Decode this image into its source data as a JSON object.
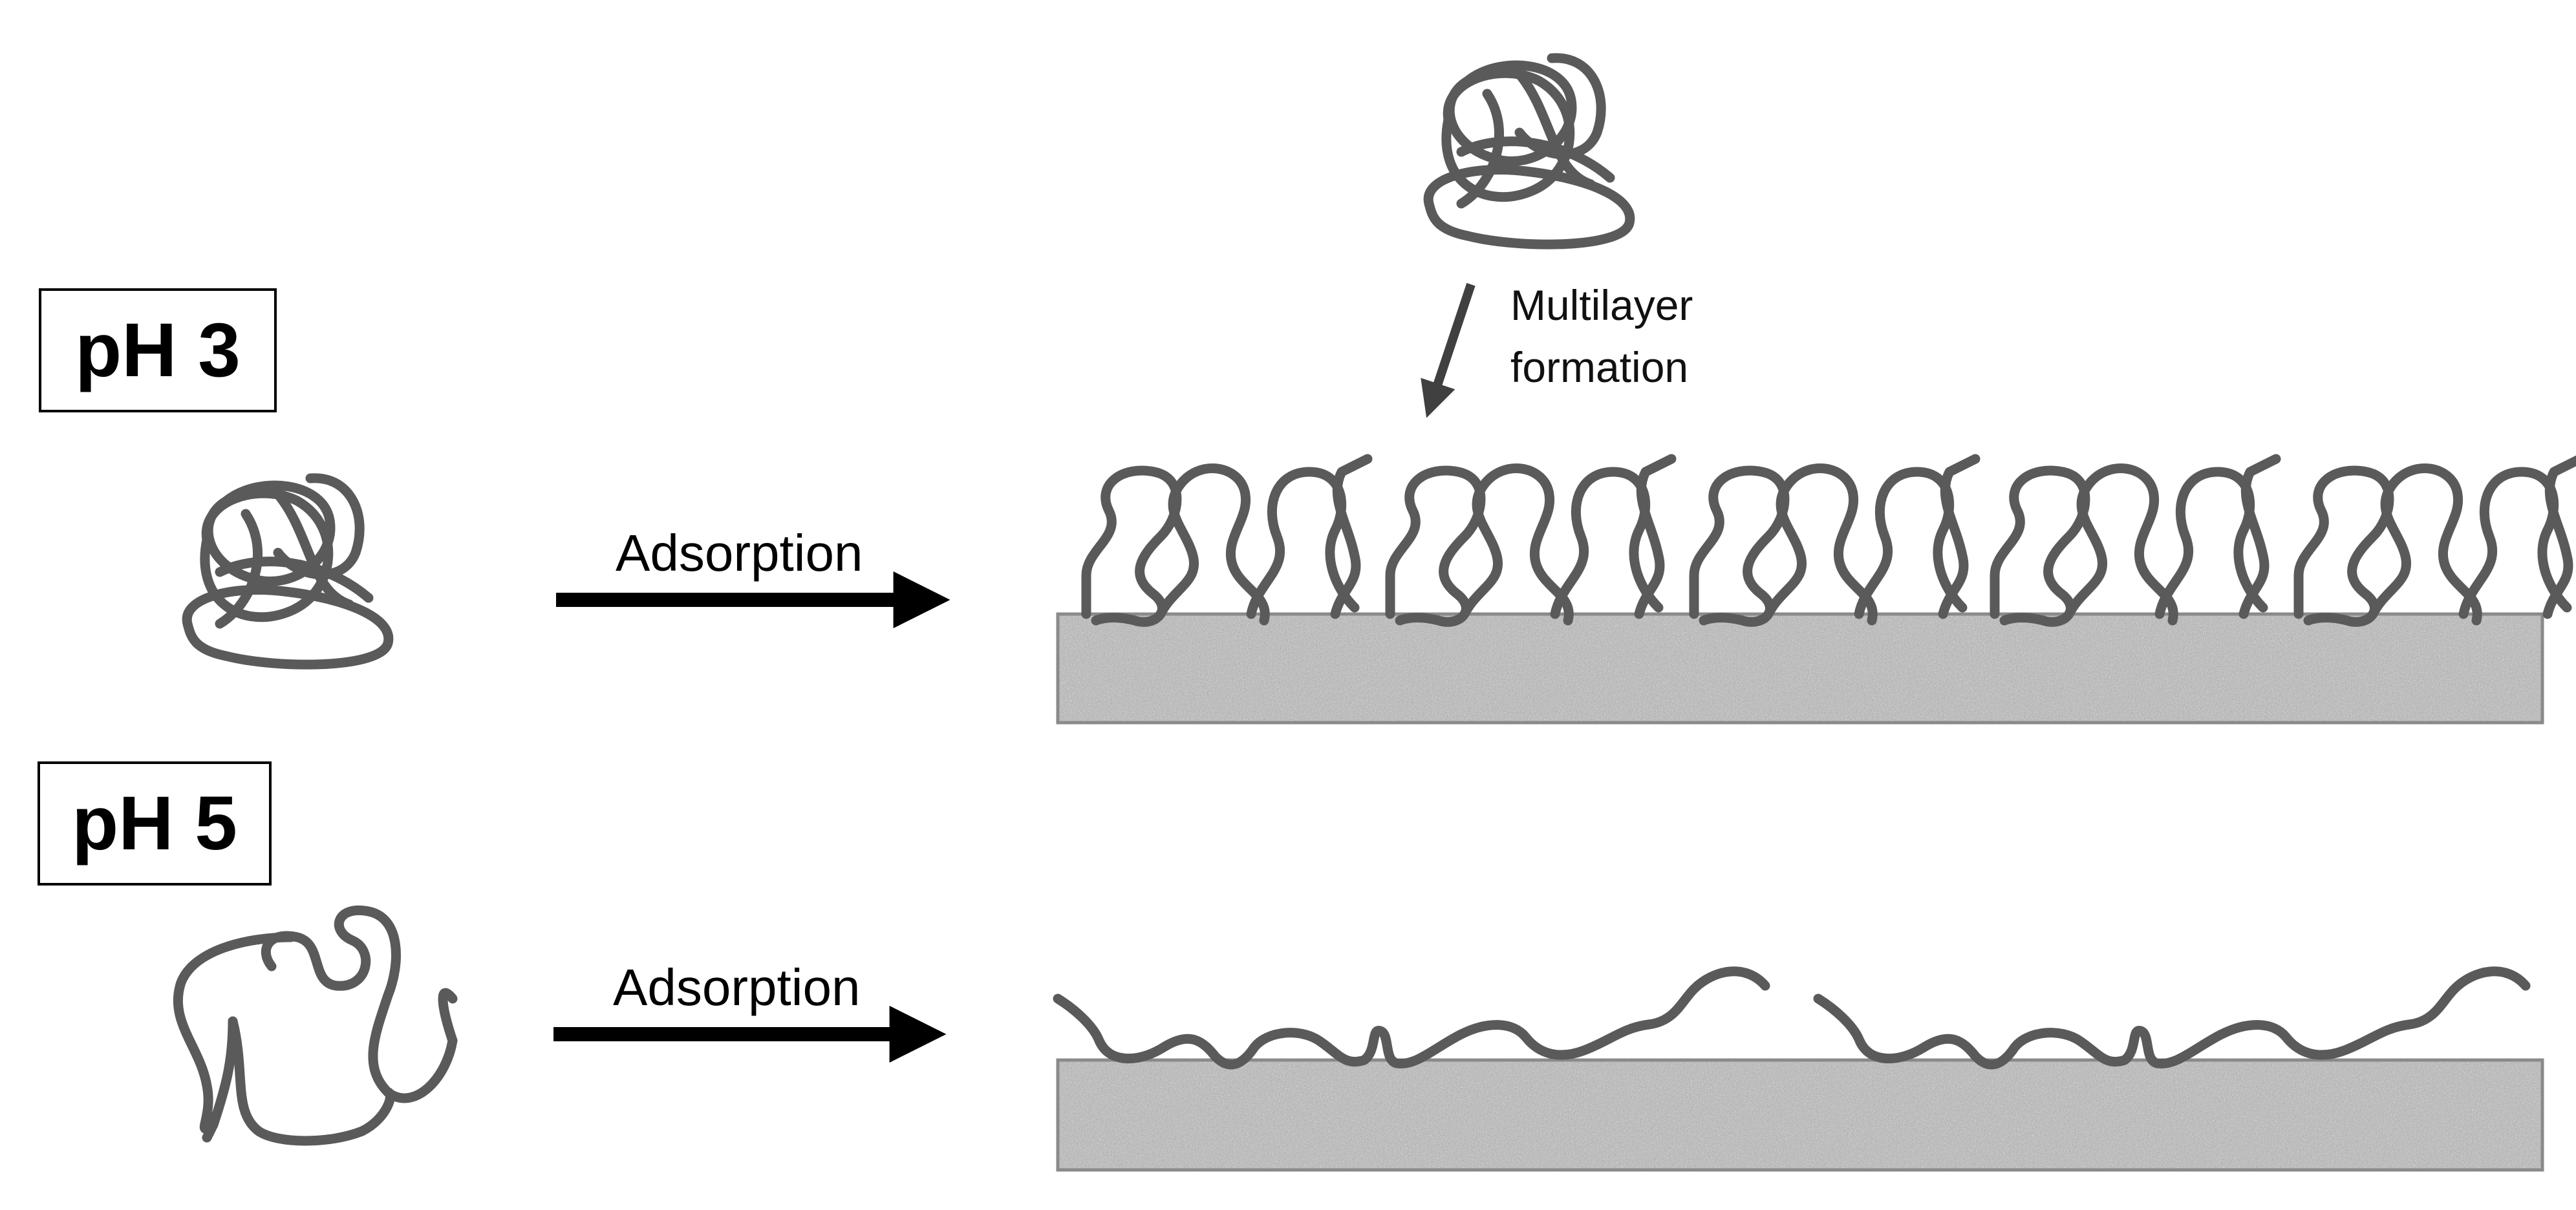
{
  "labels": {
    "ph3": "pH 3",
    "ph5": "pH 5",
    "adsorption_top": "Adsorption",
    "adsorption_bottom": "Adsorption",
    "multilayer_line1": "Multilayer",
    "multilayer_line2": "formation"
  },
  "colors": {
    "polymer": "#5a5a5a",
    "arrow": "#000000",
    "arrow_multilayer": "#404040",
    "substrate_base": "#b8b8b8",
    "substrate_border": "#8a8a8a"
  },
  "icons": {
    "polymer_coil": "tangled-coil",
    "polymer_open": "extended-chain",
    "substrate": "speckled-surface"
  }
}
